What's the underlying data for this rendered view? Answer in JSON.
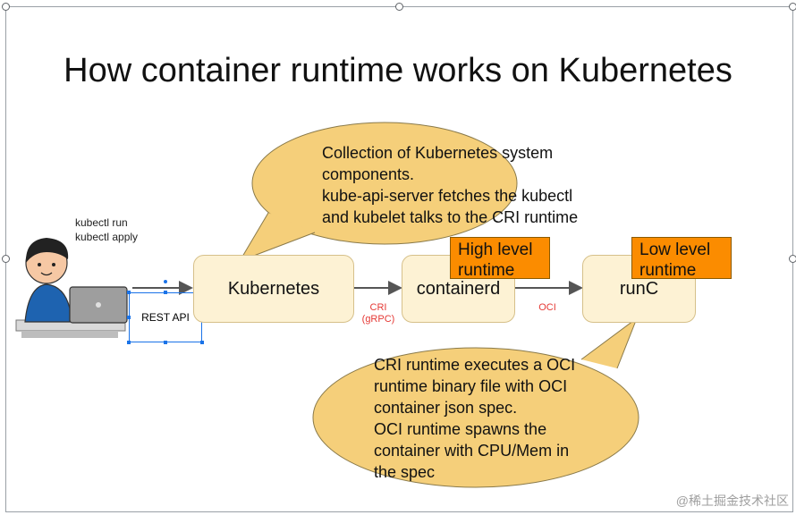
{
  "title": "How container runtime works on Kubernetes",
  "user": {
    "line1": "kubectl run",
    "line2": "kubectl apply"
  },
  "rest_api": "REST API",
  "nodes": {
    "kubernetes": "Kubernetes",
    "containerd": "containerd",
    "runc": "runC"
  },
  "tags": {
    "high_line1": "High level",
    "high_line2": "runtime",
    "low_line1": "Low level",
    "low_line2": "runtime"
  },
  "edges": {
    "cri_line1": "CRI",
    "cri_line2": "(gRPC)",
    "oci": "OCI"
  },
  "bubble_top": [
    "Collection of Kubernetes system",
    "components.",
    "kube-api-server fetches the kubectl",
    "and kubelet talks to the CRI runtime"
  ],
  "bubble_bottom": [
    "CRI runtime executes a OCI",
    "runtime binary file with OCI",
    "container json spec.",
    "OCI runtime spawns the",
    "container with CPU/Mem in",
    "the spec"
  ],
  "watermark": "@稀土掘金技术社区",
  "colors": {
    "box_fill": "#fdf2d4",
    "bubble_fill": "#f5cf7a",
    "tag_fill": "#fb8c00",
    "edge_label": "#e53935",
    "selection": "#1a73e8"
  }
}
